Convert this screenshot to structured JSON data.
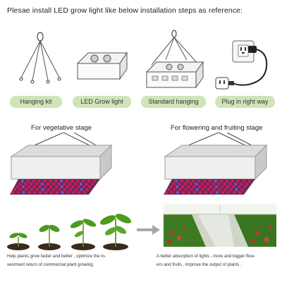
{
  "header": {
    "title": "Plesae install LED grow light like below installation steps as reference:"
  },
  "steps": [
    {
      "label": "Hanging kit"
    },
    {
      "label": "LED Grow light"
    },
    {
      "label": "Standard hanging"
    },
    {
      "label": "Plug in right way"
    }
  ],
  "stages": [
    {
      "label": "For vegetative stage"
    },
    {
      "label": "For flowering and fruiting stage"
    }
  ],
  "captions": {
    "left_line1": "Help plants grow faster and better , optimize the in-",
    "left_line2": "vestment return of commercial plant growing.",
    "right_line1": "A better absorption of lights , more and bigger flow-",
    "right_line2": "ers and fruits , improve the output of plants ."
  },
  "colors": {
    "badge": "#cfe4b8",
    "led_red": "#e0155a",
    "led_blue": "#6a5cd6",
    "leaf_green": "#4d9a1c",
    "arrow_gray": "#a8a8a8"
  },
  "icons": [
    "hanging-kit-icon",
    "grow-light-icon",
    "hanging-light-icon",
    "power-plug-icon",
    "arrow-right-icon"
  ]
}
